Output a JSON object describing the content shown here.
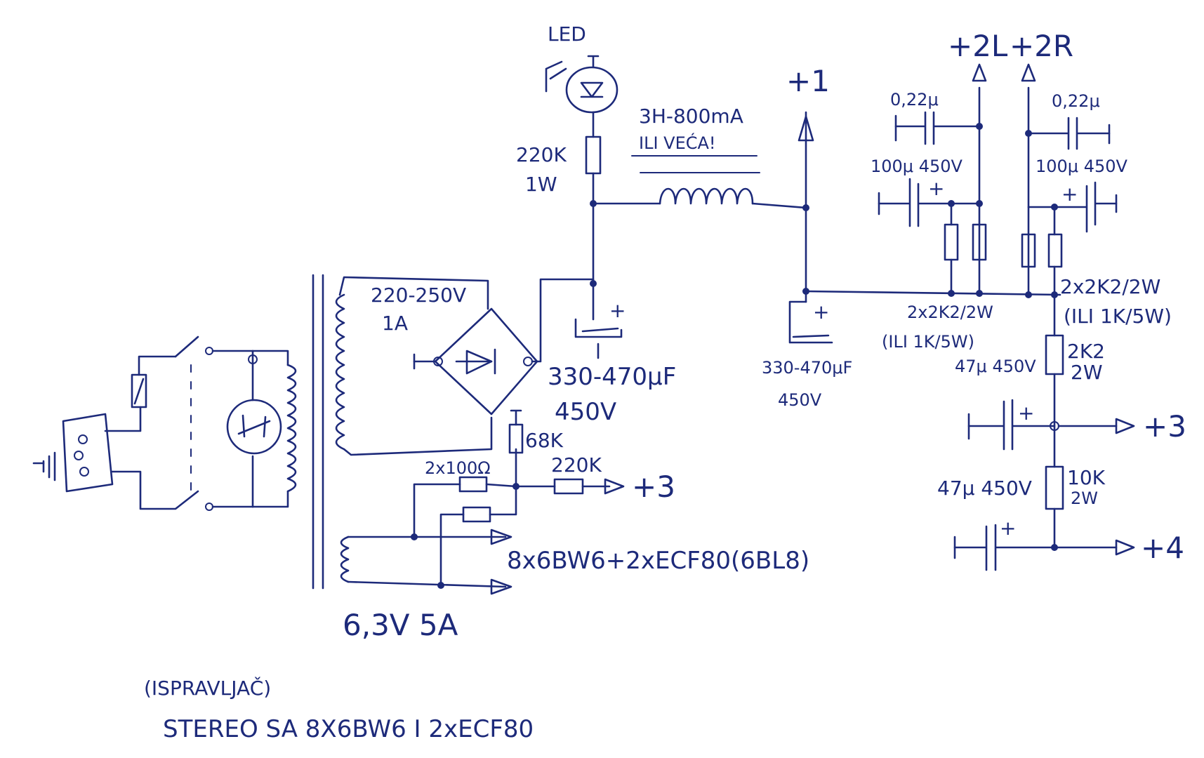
{
  "labels": {
    "led": "LED",
    "r_led": "220K",
    "r_led_w": "1W",
    "choke_top": "3H-800mA",
    "choke_sub": "ILI VEĆA!",
    "tap1": "+1",
    "tap2l": "+2L",
    "tap2r": "+2R",
    "c022_left": "0,22μ",
    "c022_right": "0,22μ",
    "c100_left": "100μ 450V",
    "c100_right": "100μ 450V",
    "trans_hv": "220-250V",
    "trans_hv_a": "1A",
    "cap_main_left": "330-470μF",
    "cap_main_left_v": "450V",
    "cap_main_right": "330-470μF",
    "cap_main_right_v": "450V",
    "res_left_pair": "2x2K2/2W",
    "res_left_alt": "(ILI 1K/5W)",
    "res_right_pair": "2x2K2/2W",
    "res_right_alt": "(ILI 1K/5W)",
    "cap47_a": "47μ 450V",
    "res_2k2": "2K2",
    "res_2k2_w": "2W",
    "tap3_right": "+3",
    "cap47_b": "47μ 450V",
    "res_10k": "10K",
    "res_10k_w": "2W",
    "tap4": "+4",
    "res_68k": "68K",
    "res_2x100": "2x100Ω",
    "res_220k_bias": "220K",
    "tap3_left": "+3",
    "heater_loads": "8x6BW6+2xECF80(6BL8)",
    "trans_lv": "6,3V 5A",
    "title_paren": "(ISPRAVLJAČ)",
    "title_main": "STEREO SA 8X6BW6 I 2xECF80",
    "plus": "+"
  }
}
